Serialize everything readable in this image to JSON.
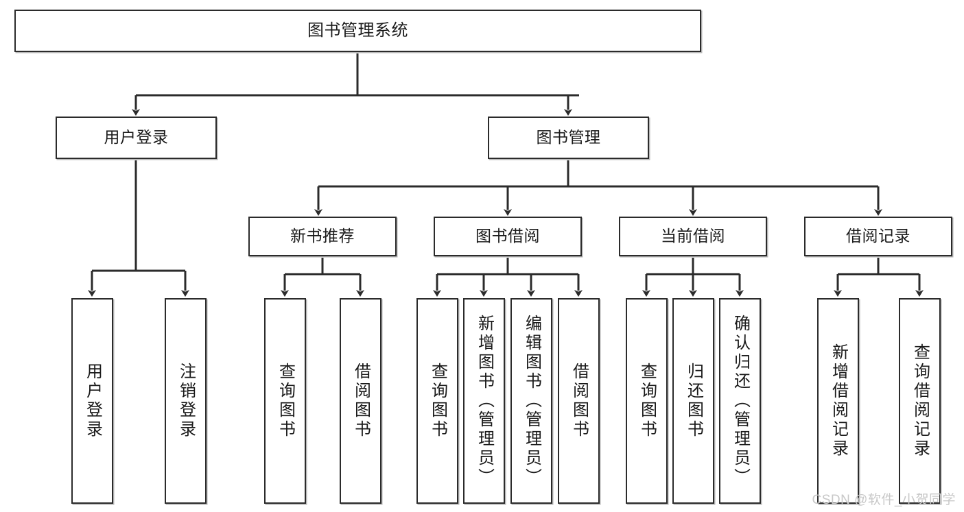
{
  "diagram": {
    "type": "hierarchy-tree",
    "title": "图书管理系统",
    "watermark": "CSDN @软件_小贺同学",
    "colors": {
      "box_border": "#2b2b2b",
      "box_fill": "#ffffff",
      "connector": "#2b2b2b",
      "text": "#1a1a1a",
      "watermark": "#c8c8c8"
    },
    "nodes": {
      "root": {
        "label": "图书管理系统"
      },
      "level2": [
        {
          "label": "用户登录"
        },
        {
          "label": "图书管理"
        }
      ],
      "level3": [
        {
          "label": "新书推荐"
        },
        {
          "label": "图书借阅"
        },
        {
          "label": "当前借阅"
        },
        {
          "label": "借阅记录"
        }
      ],
      "leaves": {
        "user_login": [
          {
            "label": "用户登录"
          },
          {
            "label": "注销登录"
          }
        ],
        "new_book": [
          {
            "label": "查询图书"
          },
          {
            "label": "借阅图书"
          }
        ],
        "book_borrow": [
          {
            "label": "查询图书"
          },
          {
            "label": "新增图书（管理员）"
          },
          {
            "label": "编辑图书（管理员）"
          },
          {
            "label": "借阅图书"
          }
        ],
        "current_borrow": [
          {
            "label": "查询图书"
          },
          {
            "label": "归还图书"
          },
          {
            "label": "确认归还（管理员）"
          }
        ],
        "borrow_record": [
          {
            "label": "新增借阅记录"
          },
          {
            "label": "查询借阅记录"
          }
        ]
      }
    }
  }
}
